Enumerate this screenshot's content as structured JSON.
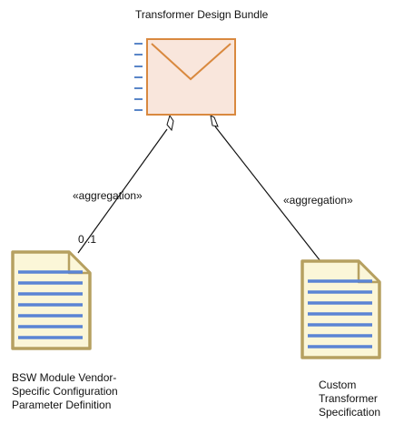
{
  "bundle": {
    "title": "Transformer Design Bundle"
  },
  "connectors": [
    {
      "stereotype": "«aggregation»",
      "multiplicity": "0..1"
    },
    {
      "stereotype": "«aggregation»"
    }
  ],
  "documents": [
    {
      "label_lines": [
        "BSW Module Vendor-",
        "Specific Configuration",
        "Parameter Definition"
      ]
    },
    {
      "label_lines": [
        "Custom",
        "Transformer",
        "Specification"
      ]
    }
  ],
  "colors": {
    "bundle_fill": "#f9e6dc",
    "bundle_stroke": "#d9893f",
    "bundle_stripes": "#5a86c8",
    "document_fill": "#fbf6d8",
    "document_stroke": "#b6a060",
    "document_lines": "#5b84d4",
    "connector": "#111111"
  },
  "icons": {
    "bundle": "envelope-icon",
    "document": "document-icon"
  }
}
